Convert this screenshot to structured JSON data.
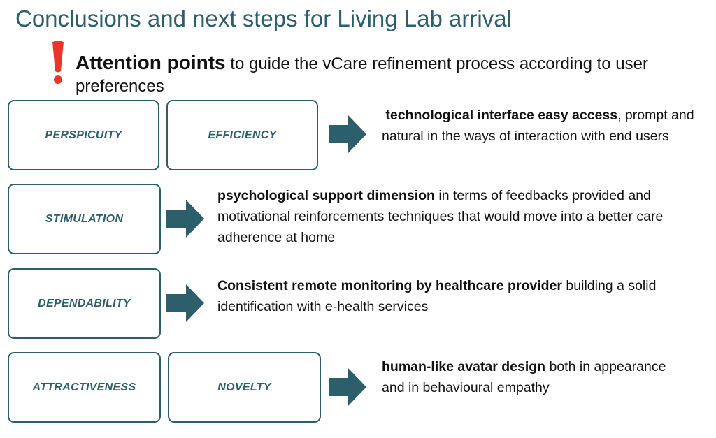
{
  "title": "Conclusions and next steps for Living Lab arrival",
  "attention": {
    "heading": "Attention points",
    "rest": " to guide the vCare refinement process according to user preferences"
  },
  "rows": [
    {
      "boxes": [
        "PERSPICUITY",
        "EFFICIENCY"
      ],
      "bold": "technological interface easy access",
      "text": ", prompt and natural in the ways of interaction with end users"
    },
    {
      "boxes": [
        "STIMULATION"
      ],
      "bold": "psychological support dimension",
      "text": " in terms of feedbacks provided and motivational reinforcements techniques that would move into a better care adherence at home"
    },
    {
      "boxes": [
        "DEPENDABILITY"
      ],
      "bold": "Consistent remote monitoring by healthcare provider",
      "text": " building a solid identification with e-health services"
    },
    {
      "boxes": [
        "ATTRACTIVENESS",
        "NOVELTY"
      ],
      "bold": "human-like avatar design",
      "text": " both in appearance and in behavioural empathy"
    }
  ],
  "colors": {
    "accent": "#2c5e6b",
    "alert": "#e8362c"
  }
}
